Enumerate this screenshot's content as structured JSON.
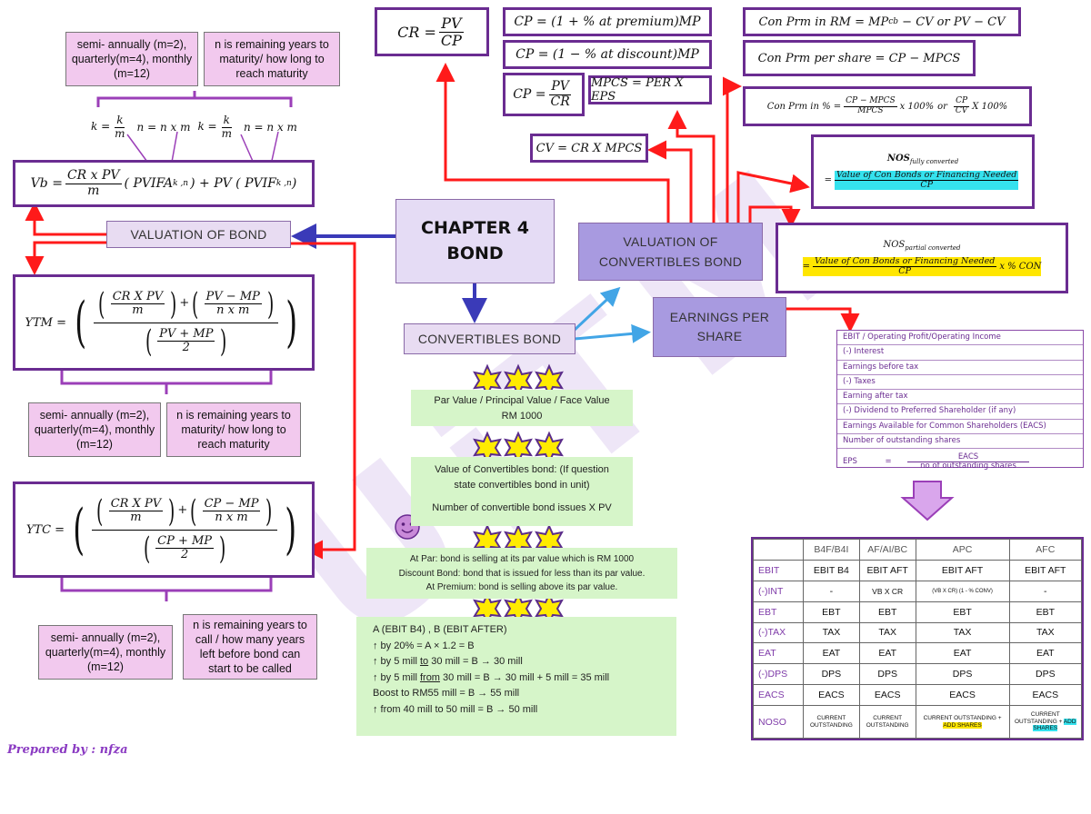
{
  "chapter": {
    "line1": "CHAPTER 4",
    "line2": "BOND"
  },
  "nodes": {
    "valuation_of_bond": "VALUATION OF BOND",
    "convertibles_bond": "CONVERTIBLES BOND",
    "valuation_of_convertibles_bond": "VALUATION OF CONVERTIBLES BOND",
    "earnings_per_share": "EARNINGS PER SHARE"
  },
  "notes": {
    "freq": "semi- annually (m=2), quarterly(m=4), monthly (m=12)",
    "remaining_maturity": "n is remaining years to maturity/ how long to reach maturity",
    "remaining_call": "n is remaining years to call / how many years left before bond can start to be called"
  },
  "formulas": {
    "k_eq": "k =",
    "k_num": "k",
    "k_den": "m",
    "n_eq": "n = n x m",
    "vb_lhs": "Vb =",
    "vb_num": "CR x PV",
    "vb_den": "m",
    "vb_pvifa": "( PVIFA",
    "vb_sub": "k ,n",
    "vb_plus": ") + PV ( PVIF",
    "vb_close": ")",
    "ytm_lhs": "YTM =",
    "ytc_lhs": "YTC =",
    "cr_x_pv": "CR X PV",
    "m": "m",
    "pv_minus_mp": "PV − MP",
    "cp_minus_mp": "CP − MP",
    "nxm": "n x m",
    "pv_plus_mp": "PV + MP",
    "cp_plus_mp": "CP + MP",
    "two": "2",
    "plus": "+",
    "cr_lhs": "CR =",
    "pv": "PV",
    "cp": "CP",
    "cp_prem": "CP = (1 + % at premium)MP",
    "cp_disc": "CP = (1 − % at discount)MP",
    "cp_lhs": "CP =",
    "cr": "CR",
    "mpcs": "MPCS = PER X EPS",
    "cv": "CV = CR X MPCS",
    "conprm_rm": "Con Prm in RM = MP",
    "conprm_rm_sub": "cb",
    "conprm_rm_rest": " − CV or PV − CV",
    "conprm_share": "Con Prm per share = CP − MPCS",
    "conprm_pct_lhs": "Con Prm in % =",
    "cp_minus_mpcs": "CP − MPCS",
    "mpcs_den": "MPCS",
    "x100": "x 100%",
    "or": "or",
    "cv_den": "CV",
    "x100b": "X 100%",
    "nos": "NOS",
    "nos_full_sub": "fully converted",
    "nos_partial_sub": "partial converted",
    "eq": "=",
    "nos_num": "Value of Con Bonds or Financing Needed",
    "nos_den": "CP",
    "x_pct_con": "x % CON"
  },
  "green": {
    "par_1": "Par Value / Principal Value / Face Value",
    "par_2": "RM 1000",
    "val_1": "Value of Convertibles bond: (If question",
    "val_2": "state convertibles bond in unit)",
    "val_3": "Number of convertible bond issues X PV",
    "at_1": "At Par: bond is selling at its par value which is RM 1000",
    "at_2": "Discount Bond: bond that is issued for less than its par value.",
    "at_3": "At Premium: bond is selling above its par value.",
    "ex_1": "A (EBIT B4) , B (EBIT AFTER)",
    "ex_2": "↑ by 20% = A × 1.2 = B",
    "ex_3a": "↑ by 5 mill ",
    "ex_3u": "to",
    "ex_3b": " 30 mill = B → 30 mill",
    "ex_4a": "↑ by 5 mill ",
    "ex_4u": "from",
    "ex_4b": " 30 mill = B → 30 mill + 5 mill = 35 mill",
    "ex_5": "Boost to RM55 mill = B → 55 mill",
    "ex_6": "↑ from 40 mill to 50 mill = B → 50 mill"
  },
  "ebit_list": [
    "EBIT / Operating Profit/Operating Income",
    "(-) Interest",
    "Earnings before tax",
    "(-) Taxes",
    "Earning after tax",
    "(-) Dividend to Preferred Shareholder (if any)",
    "Earnings Available for Common Shareholders (EACS)",
    "Number of outstanding shares"
  ],
  "eps": {
    "label": "EPS",
    "eq": "=",
    "num": "EACS",
    "den": "no of outstanding shares"
  },
  "noso_table": {
    "headers": [
      "B4F/B4I",
      "AF/AI/BC",
      "APC",
      "AFC"
    ],
    "rows": [
      {
        "label": "EBIT",
        "cells": [
          "EBIT B4",
          "EBIT AFT",
          "EBIT AFT",
          "EBIT AFT"
        ]
      },
      {
        "label": "(-)INT",
        "cells": [
          "-",
          "VB X CR",
          "(VB X CR) (1 - % CONV)",
          "-"
        ]
      },
      {
        "label": "EBT",
        "cells": [
          "EBT",
          "EBT",
          "EBT",
          "EBT"
        ]
      },
      {
        "label": "(-)TAX",
        "cells": [
          "TAX",
          "TAX",
          "TAX",
          "TAX"
        ]
      },
      {
        "label": "EAT",
        "cells": [
          "EAT",
          "EAT",
          "EAT",
          "EAT"
        ]
      },
      {
        "label": "(-)DPS",
        "cells": [
          "DPS",
          "DPS",
          "DPS",
          "DPS"
        ]
      },
      {
        "label": "EACS",
        "cells": [
          "EACS",
          "EACS",
          "EACS",
          "EACS"
        ]
      }
    ],
    "noso_label": "NOSO",
    "noso_cells": {
      "c1": "CURRENT OUTSTANDING",
      "c2": "CURRENT OUTSTANDING",
      "c3a": "CURRENT OUTSTANDING + ",
      "c3b": "ADD SHARES",
      "c4a": "CURRENT OUTSTANDING + ",
      "c4b": "ADD SHARES"
    }
  },
  "watermark": "UiTM",
  "footer": "Prepared by : nfza",
  "colors": {
    "purple": "#6a2c91",
    "red": "#ff1a1a",
    "blue": "#3a3ab8",
    "light_blue": "#42a5e6",
    "star": "#ffeb00",
    "green": "#d6f5c9",
    "pink": "#f2c9ee"
  }
}
